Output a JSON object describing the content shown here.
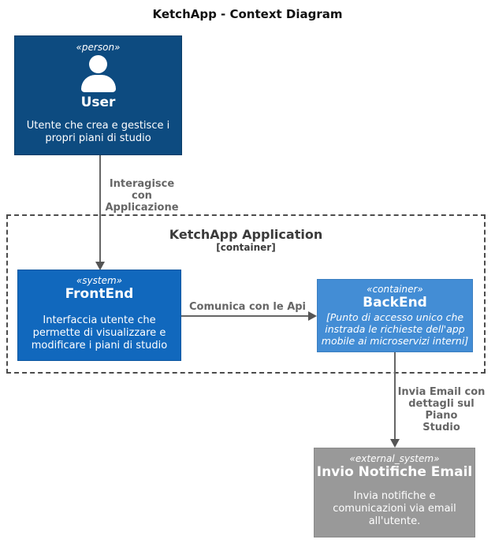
{
  "diagram": {
    "title": "KetchApp - Context Diagram"
  },
  "boundary": {
    "label": "KetchApp Application",
    "sublabel": "[container]"
  },
  "nodes": {
    "user": {
      "stereotype": "«person»",
      "icon": "person-icon",
      "name": "User",
      "description": "Utente che crea e gestisce i\npropri piani di studio",
      "fill": "#0d4b80"
    },
    "frontend": {
      "stereotype": "«system»",
      "name": "FrontEnd",
      "description": "Interfaccia utente che\npermette di visualizzare e\nmodificare i piani di studio",
      "fill": "#1168bd"
    },
    "backend": {
      "stereotype": "«container»",
      "name": "BackEnd",
      "description": "[Punto di accesso unico che\ninstrada le richieste dell'app\nmobile ai microservizi interni]",
      "fill": "#438dd5"
    },
    "email_system": {
      "stereotype": "«external_system»",
      "name": "Invio Notifiche Email",
      "description": "Invia notifiche e\ncomunicazioni via email\nall'utente.",
      "fill": "#999999"
    }
  },
  "relations": {
    "user_to_frontend": {
      "label": "Interagisce con\nApplicazione"
    },
    "frontend_to_backend": {
      "label": "Comunica con le Api"
    },
    "backend_to_email": {
      "label": "Invia Email con\ndettagli sul Piano\nStudio"
    }
  },
  "colors": {
    "relation_line": "#666666",
    "relation_text": "#666666",
    "arrowhead": "#555555",
    "boundary_border": "#4c4c4c",
    "boundary_text": "#3b3b3b",
    "node_text": "#ffffff"
  }
}
